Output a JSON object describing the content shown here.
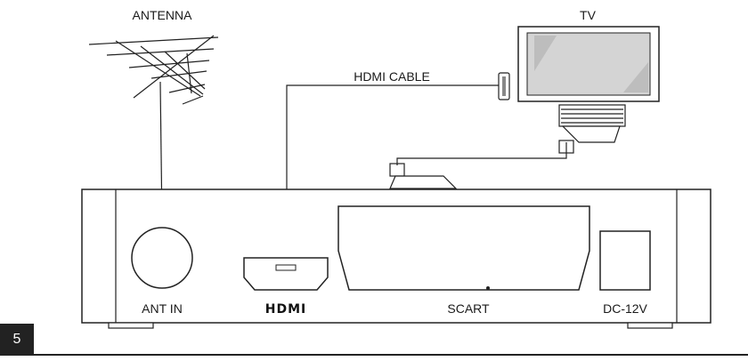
{
  "labels": {
    "antenna": "ANTENNA",
    "tv": "TV",
    "hdmi_cable": "HDMI CABLE",
    "ant_in": "ANT IN",
    "hdmi_logo": "HDMI",
    "scart": "SCART",
    "dc": "DC-12V"
  },
  "page_number": "5",
  "colors": {
    "line": "#222222",
    "screen": "#cfcfcf",
    "badge": "#222222"
  }
}
